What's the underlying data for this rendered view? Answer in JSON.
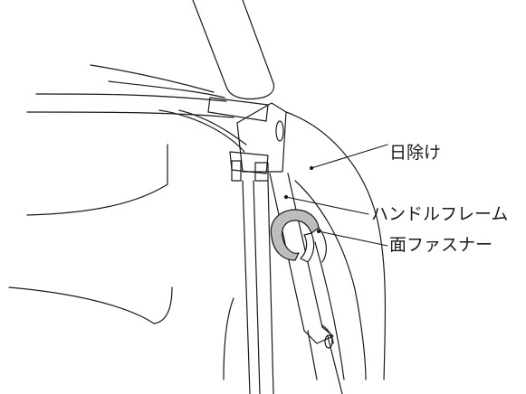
{
  "labels": {
    "sunshade": "日除け",
    "handle_frame": "ハンドルフレーム",
    "velcro": "面ファスナー"
  },
  "colors": {
    "line": "#1a1a1a",
    "strap_fill": "#bdbdbd",
    "background": "#ffffff"
  }
}
